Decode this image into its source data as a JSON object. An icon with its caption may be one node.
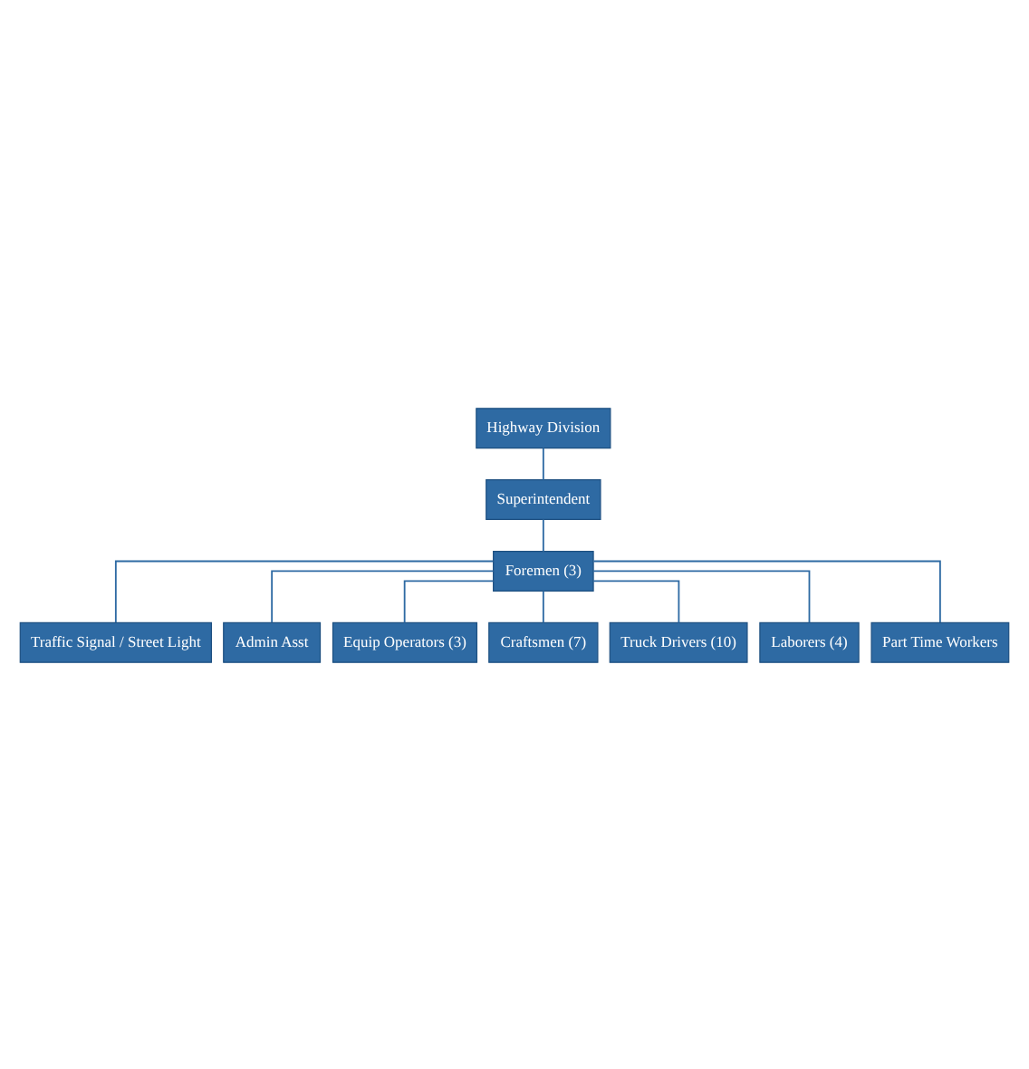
{
  "diagram": {
    "nodes": [
      {
        "text": [
          "Highway Division"
        ]
      },
      {
        "text": [
          "Superintendent"
        ]
      },
      {
        "text": [
          "Foremen (3)"
        ]
      },
      {
        "text": [
          "Traffic Signal / Street Light"
        ]
      },
      {
        "text": [
          "Admin Asst"
        ]
      },
      {
        "text": [
          "Equip Operators (3)"
        ]
      },
      {
        "text": [
          "Craftsmen (7)"
        ]
      },
      {
        "text": [
          "Truck Drivers (10)"
        ]
      },
      {
        "text": [
          "Laborers (4)"
        ]
      },
      {
        "text": [
          "Part Time Workers"
        ]
      }
    ],
    "edges": [
      {
        "from": 0,
        "to": 1,
        "arrow": "none"
      },
      {
        "from": 1,
        "to": 2,
        "arrow": "none"
      },
      {
        "from": 2,
        "to": 3,
        "arrow": "none"
      },
      {
        "from": 2,
        "to": 4,
        "arrow": "none"
      },
      {
        "from": 2,
        "to": 5,
        "arrow": "none"
      },
      {
        "from": 2,
        "to": 6,
        "arrow": "none"
      },
      {
        "from": 2,
        "to": 7,
        "arrow": "none"
      },
      {
        "from": 2,
        "to": 8,
        "arrow": "none"
      },
      {
        "from": 2,
        "to": 9,
        "arrow": "none"
      }
    ]
  }
}
